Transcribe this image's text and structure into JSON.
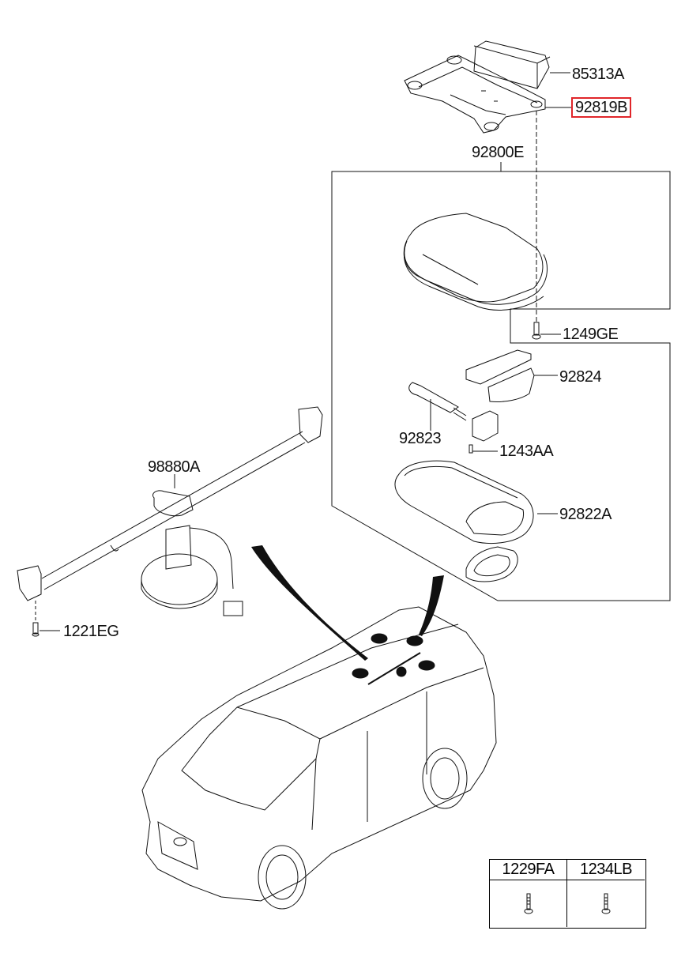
{
  "diagram": {
    "title": "Overhead roof console / room lamp assembly with rear entertainment antenna",
    "parts": [
      {
        "id": "85313A",
        "label": "85313A",
        "description": "roof pad block",
        "highlighted": false
      },
      {
        "id": "92819B",
        "label": "92819B",
        "description": "mounting bracket",
        "highlighted": true
      },
      {
        "id": "92800E",
        "label": "92800E",
        "description": "room lamp assembly (group)",
        "highlighted": false
      },
      {
        "id": "1249GE",
        "label": "1249GE",
        "description": "screw",
        "highlighted": false
      },
      {
        "id": "92824",
        "label": "92824",
        "description": "lamp switch/lens unit",
        "highlighted": false
      },
      {
        "id": "92823",
        "label": "92823",
        "description": "bulb",
        "highlighted": false
      },
      {
        "id": "1243AA",
        "label": "1243AA",
        "description": "screw",
        "highlighted": false
      },
      {
        "id": "92822A",
        "label": "92822A",
        "description": "lamp lens / bezel",
        "highlighted": false
      },
      {
        "id": "98880A",
        "label": "98880A",
        "description": "rear washer / antenna bar assembly",
        "highlighted": false
      },
      {
        "id": "1221EG",
        "label": "1221EG",
        "description": "screw",
        "highlighted": false
      }
    ],
    "highlight_color": "#e0262a",
    "fastener_table": {
      "headers": [
        "1229FA",
        "1234LB"
      ],
      "icons": [
        "screw-icon",
        "screw-icon"
      ]
    }
  }
}
